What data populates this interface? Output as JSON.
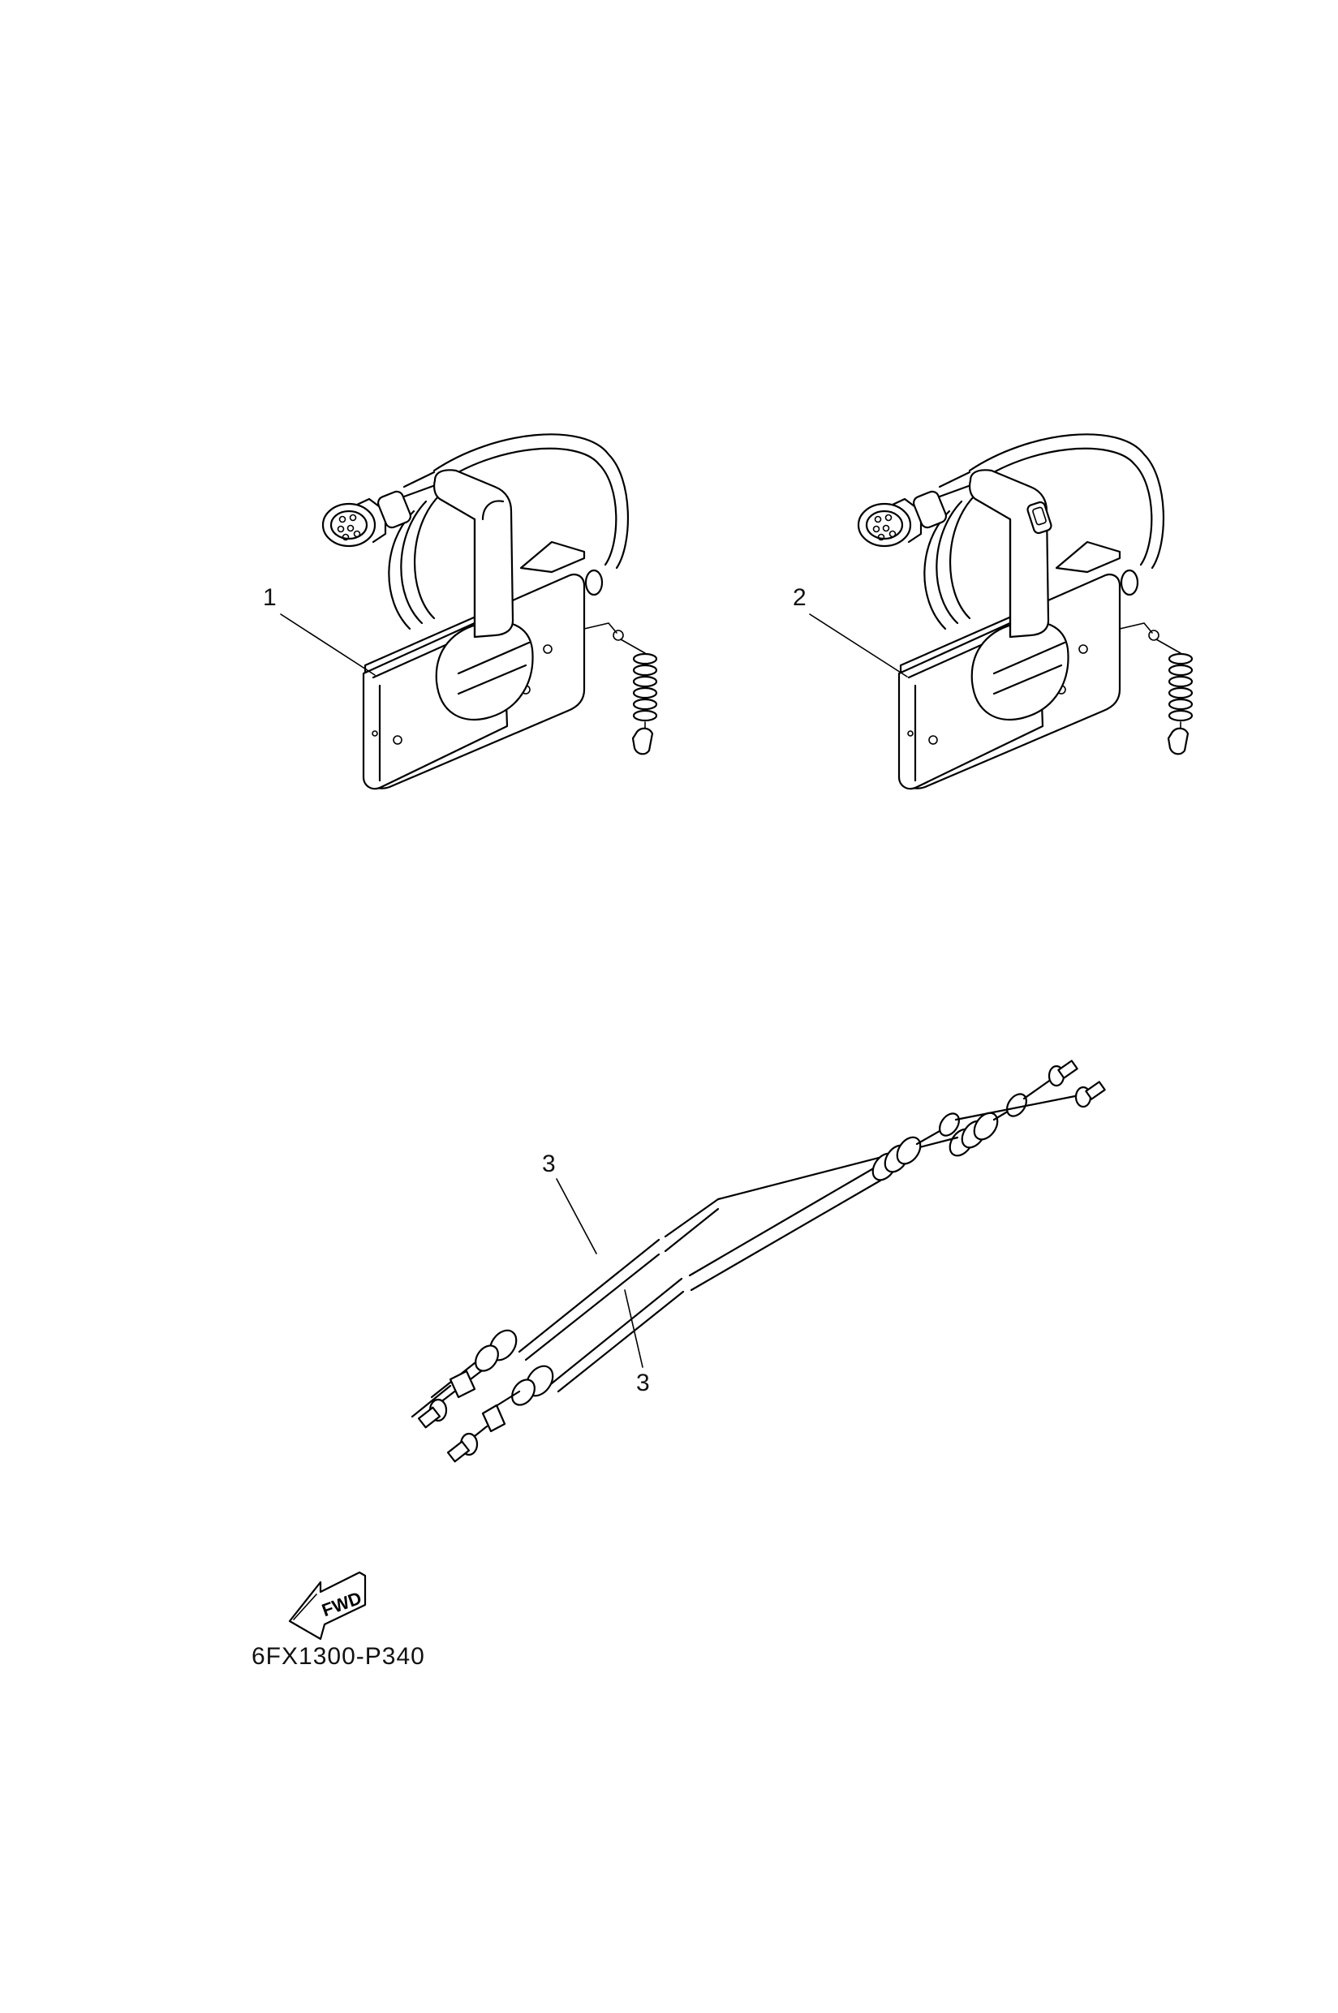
{
  "diagram": {
    "type": "exploded parts diagram",
    "parts": [
      {
        "ref": "1",
        "description": "Remote control box with key switch harness (no trim switch)"
      },
      {
        "ref": "2",
        "description": "Remote control box with key switch harness (with trim switch on lever)"
      },
      {
        "ref": "3",
        "description": "Remote control cable (qty 2 shown)"
      }
    ],
    "callouts": {
      "part1": "1",
      "part2": "2",
      "part3a": "3",
      "part3b": "3"
    },
    "direction_indicator": {
      "label": "FWD",
      "icon": "forward-arrow-icon"
    },
    "drawing_code": "6FX1300-P340"
  }
}
